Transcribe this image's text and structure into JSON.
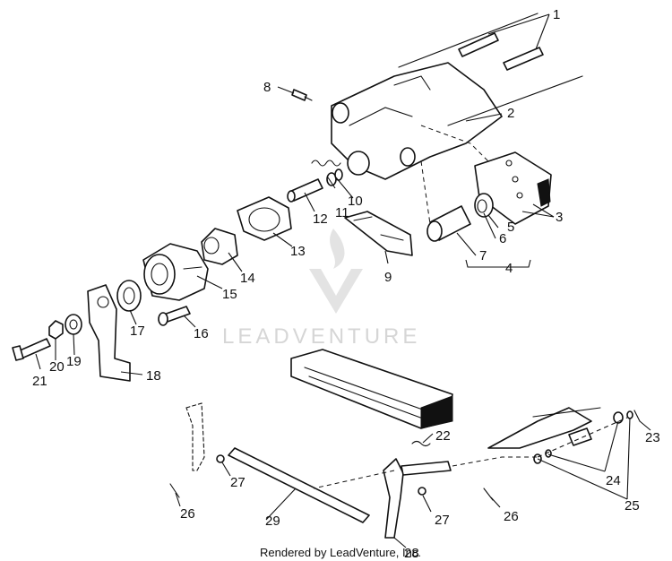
{
  "watermark": {
    "text": "LEADVENTURE"
  },
  "credit": "Rendered by LeadVenture, Inc.",
  "callouts": [
    "1",
    "2",
    "3",
    "4",
    "5",
    "6",
    "7",
    "8",
    "9",
    "10",
    "11",
    "12",
    "13",
    "14",
    "15",
    "16",
    "17",
    "18",
    "19",
    "20",
    "21",
    "22",
    "23",
    "24",
    "25",
    "26",
    "26",
    "27",
    "27",
    "28",
    "29"
  ]
}
